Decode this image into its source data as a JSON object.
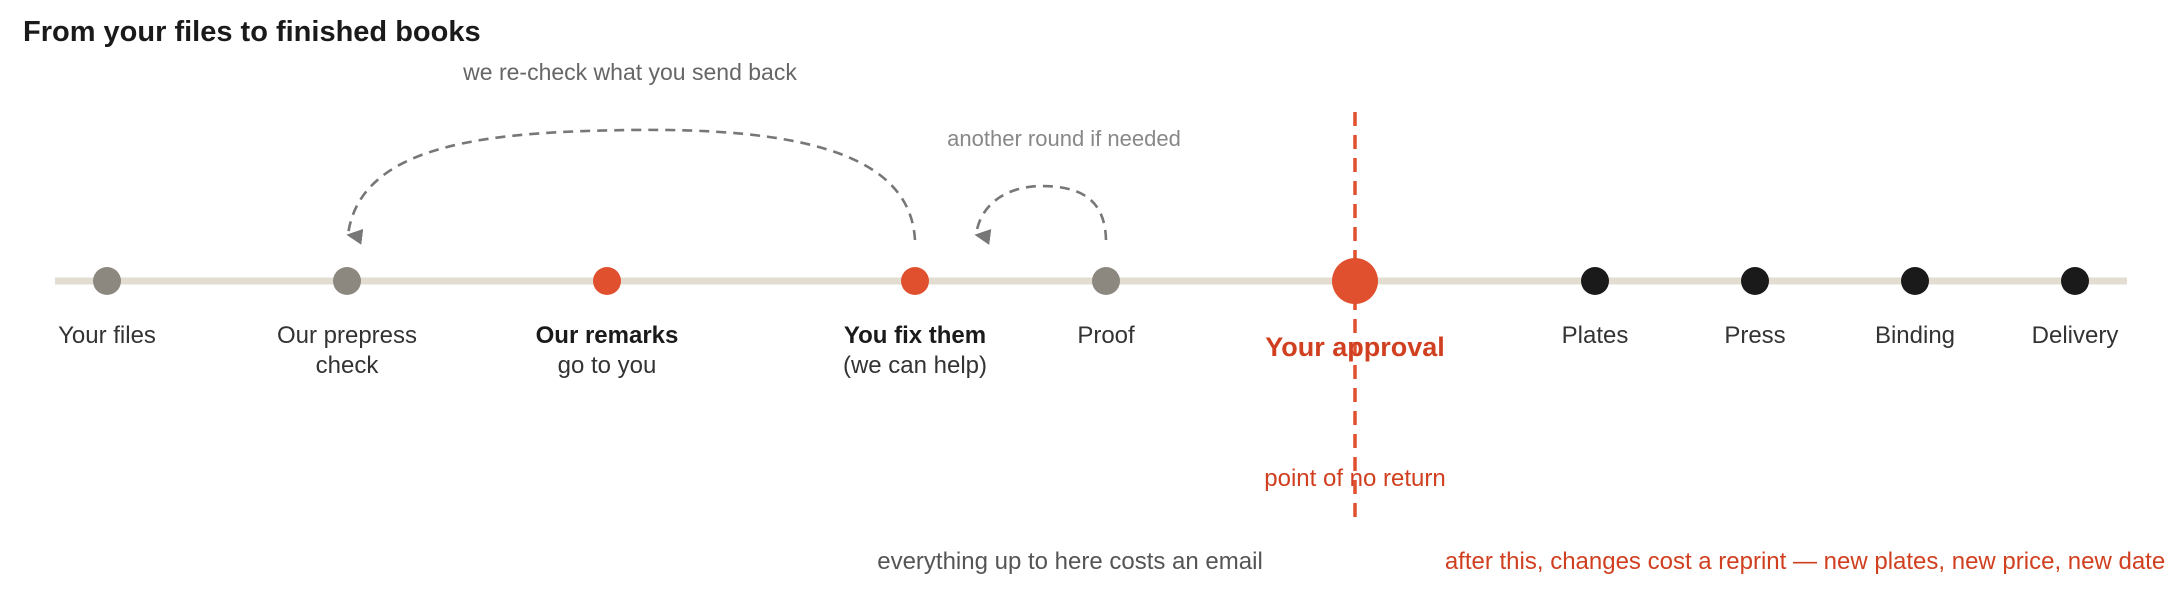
{
  "title": "From your files to finished books",
  "colors": {
    "accent": "#e0502e",
    "accent_text": "#d04020",
    "track": "#e2ddd0",
    "grey": "#8c8880",
    "black": "#1a1a1a",
    "annotation": "#666666"
  },
  "stages": [
    {
      "label_strong": "",
      "label_rest": "Your files",
      "kind": "grey"
    },
    {
      "label_strong": "",
      "label_rest": "Our prepress check",
      "kind": "grey"
    },
    {
      "label_strong": "Our remarks",
      "label_rest": "go to you",
      "kind": "accent"
    },
    {
      "label_strong": "You fix them",
      "label_rest": "(we can help)",
      "kind": "accent"
    },
    {
      "label_strong": "",
      "label_rest": "Proof",
      "kind": "grey"
    },
    {
      "label_strong": "Your approval",
      "label_rest": "",
      "kind": "milestone"
    },
    {
      "label_strong": "",
      "label_rest": "Plates",
      "kind": "black"
    },
    {
      "label_strong": "",
      "label_rest": "Press",
      "kind": "black"
    },
    {
      "label_strong": "",
      "label_rest": "Binding",
      "kind": "black"
    },
    {
      "label_strong": "",
      "label_rest": "Delivery",
      "kind": "black"
    }
  ],
  "loops": {
    "recheck": "we re-check what you send back",
    "another_round": "another round if needed"
  },
  "milestone_note": "point of no return",
  "notes": {
    "before": "everything up to here costs an email",
    "after": "after this, changes cost a reprint — new plates, new price, new date"
  }
}
